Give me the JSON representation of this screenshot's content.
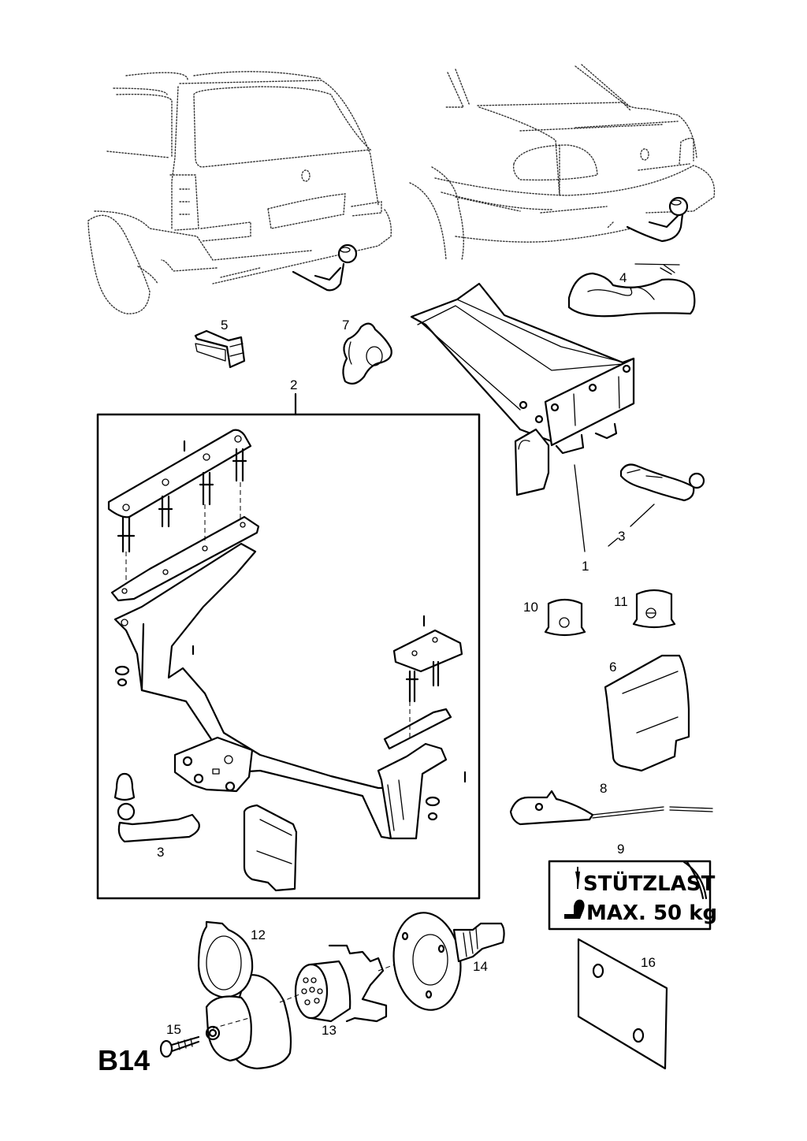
{
  "sheet": {
    "code": "B14",
    "subject": "Towing hitch / trailer coupling exploded parts diagram"
  },
  "callouts": [
    {
      "id": "1",
      "label": "1"
    },
    {
      "id": "2",
      "label": "2"
    },
    {
      "id": "3a",
      "label": "3"
    },
    {
      "id": "3b",
      "label": "3"
    },
    {
      "id": "4",
      "label": "4"
    },
    {
      "id": "5",
      "label": "5"
    },
    {
      "id": "6",
      "label": "6"
    },
    {
      "id": "7",
      "label": "7"
    },
    {
      "id": "8",
      "label": "8"
    },
    {
      "id": "9",
      "label": "9"
    },
    {
      "id": "10",
      "label": "10"
    },
    {
      "id": "11",
      "label": "11"
    },
    {
      "id": "12",
      "label": "12"
    },
    {
      "id": "13",
      "label": "13"
    },
    {
      "id": "14",
      "label": "14"
    },
    {
      "id": "15",
      "label": "15"
    },
    {
      "id": "16",
      "label": "16"
    }
  ],
  "label_plate": {
    "line1": "STÜTZLAST",
    "line2": "MAX. 50 kg"
  },
  "parts": [
    {
      "callout": "1",
      "name": "tow-bar-frame"
    },
    {
      "callout": "2",
      "name": "tow-bar-kit"
    },
    {
      "callout": "3",
      "name": "detachable-ball-neck"
    },
    {
      "callout": "4",
      "name": "ball-cover-bag"
    },
    {
      "callout": "5",
      "name": "clip"
    },
    {
      "callout": "6",
      "name": "storage-case"
    },
    {
      "callout": "7",
      "name": "star-knob"
    },
    {
      "callout": "8",
      "name": "wiring-harness"
    },
    {
      "callout": "9",
      "name": "nose-weight-label"
    },
    {
      "callout": "10",
      "name": "ball-cap-vauxhall"
    },
    {
      "callout": "11",
      "name": "ball-cap-opel"
    },
    {
      "callout": "12",
      "name": "socket-cover"
    },
    {
      "callout": "13",
      "name": "socket-13-pin"
    },
    {
      "callout": "14",
      "name": "socket-grommet"
    },
    {
      "callout": "15",
      "name": "screw"
    },
    {
      "callout": "16",
      "name": "mounting-plate"
    }
  ]
}
